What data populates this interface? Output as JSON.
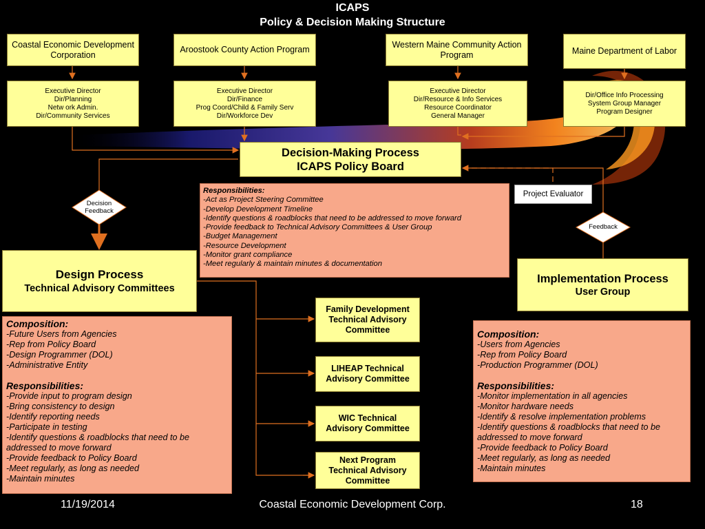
{
  "title": {
    "line1": "ICAPS",
    "line2": "Policy & Decision Making Structure"
  },
  "organizations": [
    {
      "name": "Coastal Economic Development Corporation",
      "roles": [
        "Executive Director",
        "Dir/Planning",
        "Netw ork Admin.",
        "Dir/Community Services"
      ]
    },
    {
      "name": "Aroostook County Action Program",
      "roles": [
        "Executive Director",
        "Dir/Finance",
        "Prog Coord/Child & Family Serv",
        "Dir/Workforce Dev"
      ]
    },
    {
      "name": "Western Maine Community Action Program",
      "roles": [
        "Executive Director",
        "Dir/Resource & Info Services",
        "Resource Coordinator",
        "General Manager"
      ]
    },
    {
      "name": "Maine Department of Labor",
      "roles": [
        "Dir/Office Info Processing",
        "System Group Manager",
        "Program Designer"
      ]
    }
  ],
  "decision": {
    "title_line1": "Decision-Making Process",
    "title_line2": "ICAPS Policy Board",
    "resp_heading": "Responsibilities:",
    "responsibilities": [
      "-Act as Project Steering Committee",
      "-Develop Development Timeline",
      "-Identify questions & roadblocks that need to be addressed to move forward",
      "-Provide feedback to Technical Advisory Committees & User Group",
      "-Budget Management",
      "-Resource Development",
      "-Monitor grant compliance",
      "-Meet regularly & maintain minutes & documentation"
    ]
  },
  "project_evaluator": "Project Evaluator",
  "decision_feedback": {
    "line1": "Decision",
    "line2": "Feedback"
  },
  "feedback": "Feedback",
  "design": {
    "title": "Design Process",
    "subtitle": "Technical Advisory Committees",
    "comp_heading": "Composition:",
    "composition": [
      "-Future Users from Agencies",
      "-Rep from Policy Board",
      "-Design Programmer (DOL)",
      "-Administrative Entity"
    ],
    "resp_heading": "Responsibilities:",
    "responsibilities": [
      "-Provide input to program design",
      "-Bring consistency to design",
      "-Identify reporting needs",
      "-Participate in testing",
      "-Identify questions & roadblocks that need to be",
      "addressed to move forward",
      "-Provide feedback to Policy Board",
      "-Meet regularly, as long as needed",
      "-Maintain minutes"
    ]
  },
  "committees": [
    {
      "lines": [
        "Family Development",
        "Technical Advisory",
        "Committee"
      ]
    },
    {
      "lines": [
        "LIHEAP Technical",
        "Advisory Committee"
      ]
    },
    {
      "lines": [
        "WIC Technical",
        "Advisory Committee"
      ]
    },
    {
      "lines": [
        "Next Program",
        "Technical Advisory",
        "Committee"
      ]
    }
  ],
  "implementation": {
    "title": "Implementation Process",
    "subtitle": "User Group",
    "comp_heading": "Composition:",
    "composition": [
      "-Users from Agencies",
      "-Rep from Policy Board",
      "-Production Programmer (DOL)"
    ],
    "resp_heading": "Responsibilities:",
    "responsibilities": [
      "-Monitor implementation in all agencies",
      "-Monitor hardware needs",
      "-Identify & resolve implementation problems",
      "-Identify questions & roadblocks that need to be",
      "addressed to move forward",
      "-Provide feedback to Policy Board",
      "-Meet regularly, as long as needed",
      "-Maintain minutes"
    ]
  },
  "footer": {
    "date": "11/19/2014",
    "org": "Coastal Economic Development Corp.",
    "page": "18"
  },
  "colors": {
    "background": "#000000",
    "yellow_box": "#ffff99",
    "salmon_box": "#f8a88a",
    "connector": "#e07020"
  }
}
